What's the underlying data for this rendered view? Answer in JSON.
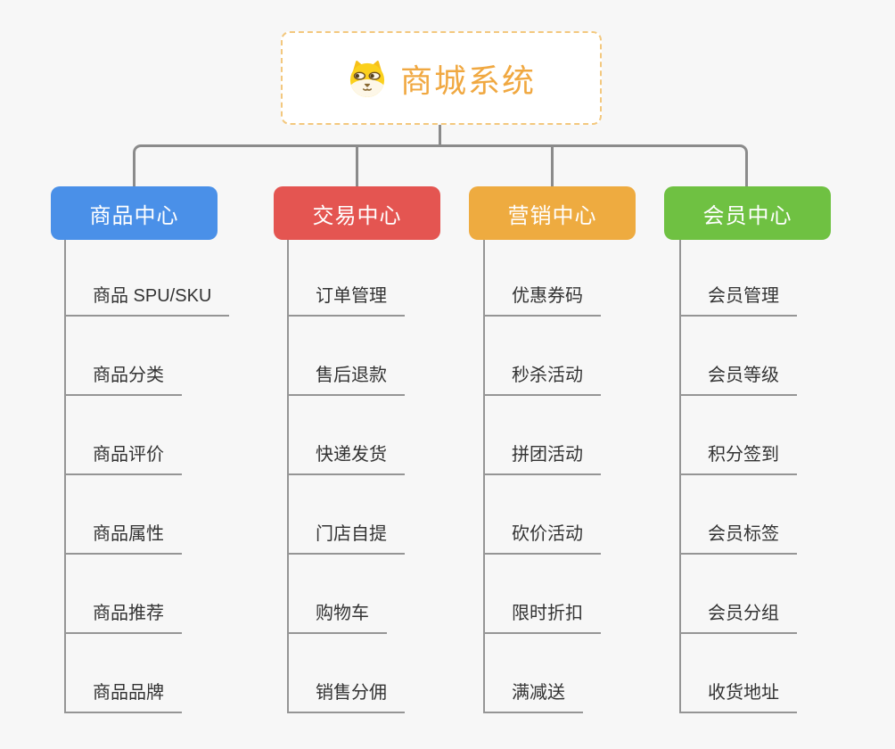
{
  "root": {
    "title": "商城系统",
    "icon": "dog-icon",
    "accent_color": "#f0a841",
    "border_color": "#f3c87e"
  },
  "connector_color": "#8b8b8b",
  "branches": [
    {
      "label": "商品中心",
      "color": "#4a90e8",
      "items": [
        "商品 SPU/SKU",
        "商品分类",
        "商品评价",
        "商品属性",
        "商品推荐",
        "商品品牌"
      ]
    },
    {
      "label": "交易中心",
      "color": "#e45551",
      "items": [
        "订单管理",
        "售后退款",
        "快递发货",
        "门店自提",
        "购物车",
        "销售分佣"
      ]
    },
    {
      "label": "营销中心",
      "color": "#eeab40",
      "items": [
        "优惠券码",
        "秒杀活动",
        "拼团活动",
        "砍价活动",
        "限时折扣",
        "满减送"
      ]
    },
    {
      "label": "会员中心",
      "color": "#6fc142",
      "items": [
        "会员管理",
        "会员等级",
        "积分签到",
        "会员标签",
        "会员分组",
        "收货地址"
      ]
    }
  ]
}
